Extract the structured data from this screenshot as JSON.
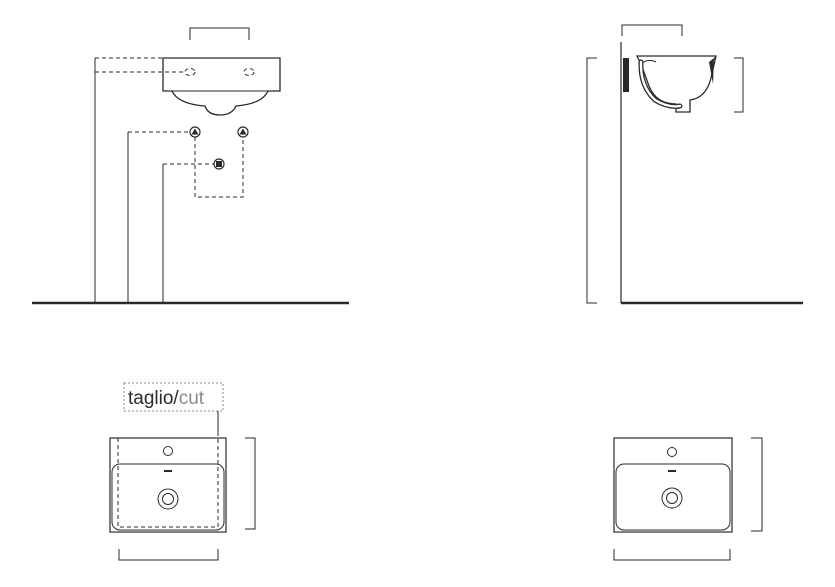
{
  "cut_label": {
    "main": "taglio/",
    "secondary": "cut"
  },
  "colors": {
    "line": "#2a2a2a",
    "label_secondary": "#8a8a8a"
  },
  "icons": {
    "hot_cold_supply": "triangle-in-circle",
    "drain": "square-in-circle"
  }
}
